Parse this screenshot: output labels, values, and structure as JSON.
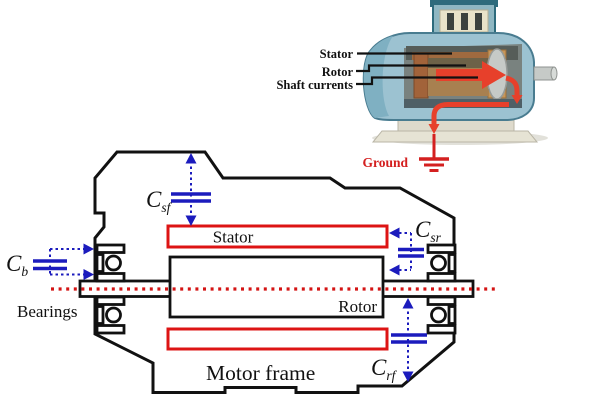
{
  "figure": {
    "type": "motor shaft-current and bearing-capacitance diagram"
  },
  "photo": {
    "labels": {
      "stator": "Stator",
      "rotor": "Rotor",
      "shaft_currents": "Shaft currents",
      "ground": "Ground"
    }
  },
  "schematic": {
    "labels": {
      "stator": "Stator",
      "rotor": "Rotor",
      "bearings": "Bearings",
      "motor_frame": "Motor frame"
    },
    "capacitors": {
      "stator_frame": {
        "base": "C",
        "sub": "sf"
      },
      "stator_rotor": {
        "base": "C",
        "sub": "sr"
      },
      "bearing": {
        "base": "C",
        "sub": "b"
      },
      "rotor_frame": {
        "base": "C",
        "sub": "rf"
      }
    }
  },
  "colors": {
    "capacitive_blue": "#1b1bbd",
    "outline_red": "#dd1414",
    "centerline_red": "#d41414",
    "ink_black": "#111111",
    "ground_red": "#d42020",
    "motor_teal": "#9cc2d1",
    "copper": "#c79659",
    "current_arrow_red": "#e7402b"
  }
}
